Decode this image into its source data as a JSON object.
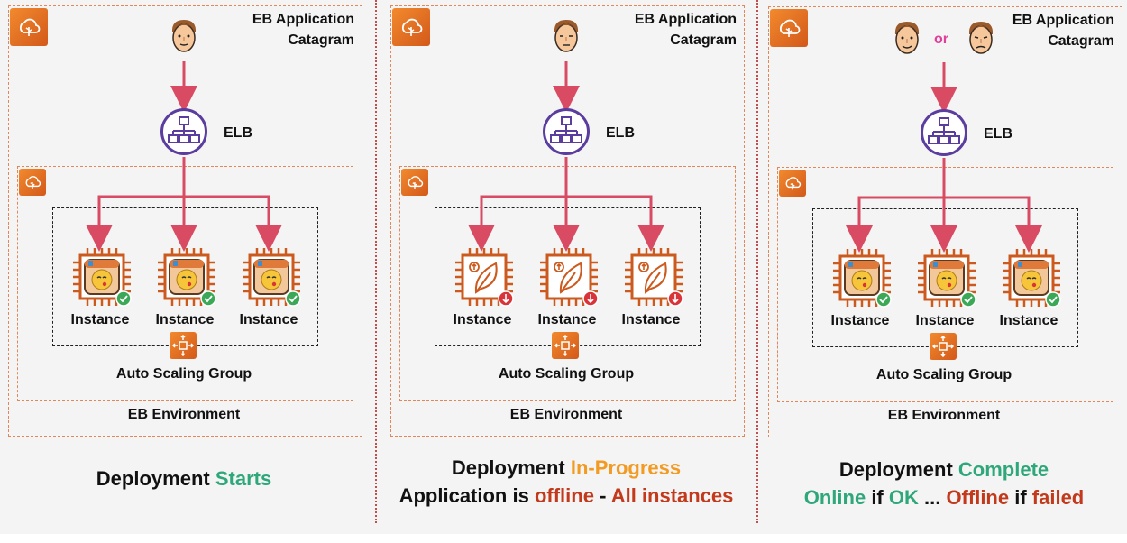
{
  "panels": [
    {
      "app_title_line1": "EB Application",
      "app_title_line2": "Catagram",
      "elb_label": "ELB",
      "instances": [
        {
          "label": "Instance",
          "state": "ok"
        },
        {
          "label": "Instance",
          "state": "ok"
        },
        {
          "label": "Instance",
          "state": "ok"
        }
      ],
      "asg_label": "Auto Scaling Group",
      "env_label": "EB Environment",
      "caption": {
        "line1": [
          {
            "text": "Deployment ",
            "color": "dark"
          },
          {
            "text": "Starts",
            "color": "green"
          }
        ]
      }
    },
    {
      "app_title_line1": "EB Application",
      "app_title_line2": "Catagram",
      "elb_label": "ELB",
      "instances": [
        {
          "label": "Instance",
          "state": "down"
        },
        {
          "label": "Instance",
          "state": "down"
        },
        {
          "label": "Instance",
          "state": "down"
        }
      ],
      "asg_label": "Auto Scaling Group",
      "env_label": "EB Environment",
      "caption": {
        "line1": [
          {
            "text": "Deployment ",
            "color": "dark"
          },
          {
            "text": "In-Progress",
            "color": "orange"
          }
        ],
        "line2": [
          {
            "text": "Application is ",
            "color": "dark"
          },
          {
            "text": "offline",
            "color": "red"
          },
          {
            "text": " - ",
            "color": "dark"
          },
          {
            "text": "All instances",
            "color": "red"
          }
        ]
      }
    },
    {
      "app_title_line1": "EB Application",
      "app_title_line2": "Catagram",
      "user_or": "or",
      "elb_label": "ELB",
      "instances": [
        {
          "label": "Instance",
          "state": "ok"
        },
        {
          "label": "Instance",
          "state": "ok"
        },
        {
          "label": "Instance",
          "state": "ok"
        }
      ],
      "asg_label": "Auto Scaling Group",
      "env_label": "EB Environment",
      "caption": {
        "line1": [
          {
            "text": "Deployment ",
            "color": "dark"
          },
          {
            "text": "Complete",
            "color": "green"
          }
        ],
        "line2": [
          {
            "text": "Online",
            "color": "green"
          },
          {
            "text": " if ",
            "color": "dark"
          },
          {
            "text": "OK",
            "color": "green"
          },
          {
            "text": " ... ",
            "color": "dark"
          },
          {
            "text": "Offline",
            "color": "red"
          },
          {
            "text": " if ",
            "color": "dark"
          },
          {
            "text": "failed",
            "color": "red"
          }
        ]
      }
    }
  ],
  "colors": {
    "arrow": "#d94a63",
    "elb_purple": "#5a3d9e",
    "chip_orange": "#cc5a1e",
    "ok_green": "#3aa856",
    "down_red": "#d8343a",
    "eb_orange": "#e8762a",
    "text_green": "#2ea77a",
    "text_orange": "#f29a22",
    "text_red": "#c2391b"
  }
}
